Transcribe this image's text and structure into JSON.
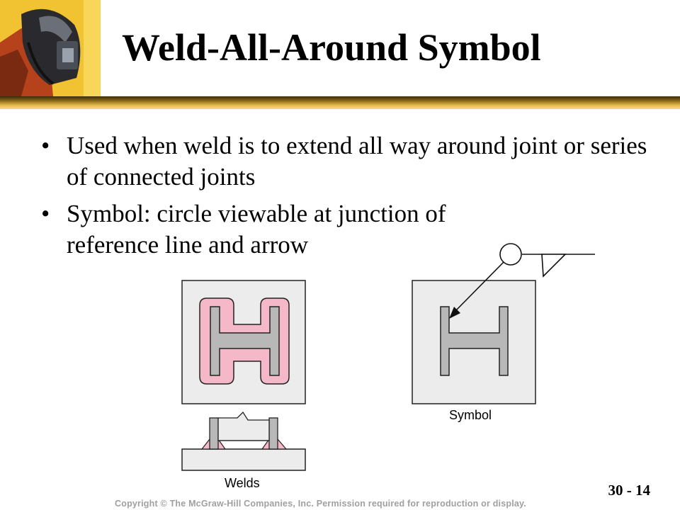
{
  "slide": {
    "title": "Weld-All-Around Symbol",
    "bullet_glyph": "•",
    "bullets": [
      "Used when weld is to extend all way around joint or series of connected joints",
      "Symbol: circle viewable at junction of reference line and arrow"
    ],
    "slide_number": "30 - 14",
    "copyright": "Copyright © The McGraw-Hill Companies, Inc. Permission required for reproduction or display."
  },
  "figure": {
    "welds_caption": "Welds",
    "symbol_caption": "Symbol"
  },
  "colors": {
    "rule_dark": "#3a2a08",
    "rule_gold": "#e6b84a",
    "weld_pink": "#f4b8c8",
    "panel_gray": "#ececec",
    "member_gray": "#b8b8b8"
  }
}
